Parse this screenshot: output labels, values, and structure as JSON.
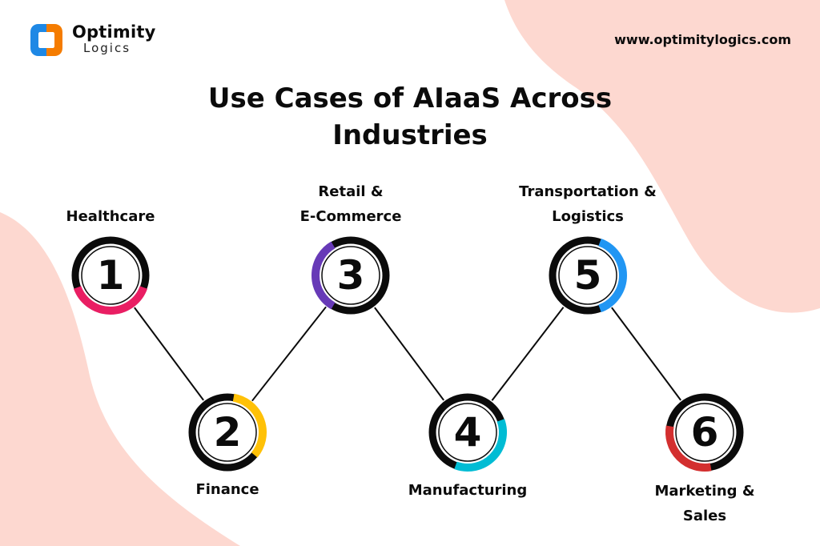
{
  "brand": {
    "name": "Optimity",
    "sub": "Logics",
    "url": "www.optimitylogics.com"
  },
  "title": "Use Cases of AIaaS Across Industries",
  "colors": {
    "blob": "#fdd8d0",
    "ring": "#0b0b0b",
    "logo_blue": "#1e88e5",
    "logo_orange": "#f57c00"
  },
  "use_cases": [
    {
      "number": "1",
      "label_lines": [
        "Healthcare"
      ],
      "accent": "#e91e63"
    },
    {
      "number": "2",
      "label_lines": [
        "Finance"
      ],
      "accent": "#ffc107"
    },
    {
      "number": "3",
      "label_lines": [
        "Retail &",
        "E-Commerce"
      ],
      "accent": "#673ab7"
    },
    {
      "number": "4",
      "label_lines": [
        "Manufacturing"
      ],
      "accent": "#00bcd4"
    },
    {
      "number": "5",
      "label_lines": [
        "Transportation &",
        "Logistics"
      ],
      "accent": "#2196f3"
    },
    {
      "number": "6",
      "label_lines": [
        "Marketing &",
        "Sales"
      ],
      "accent": "#d32f2f"
    }
  ]
}
